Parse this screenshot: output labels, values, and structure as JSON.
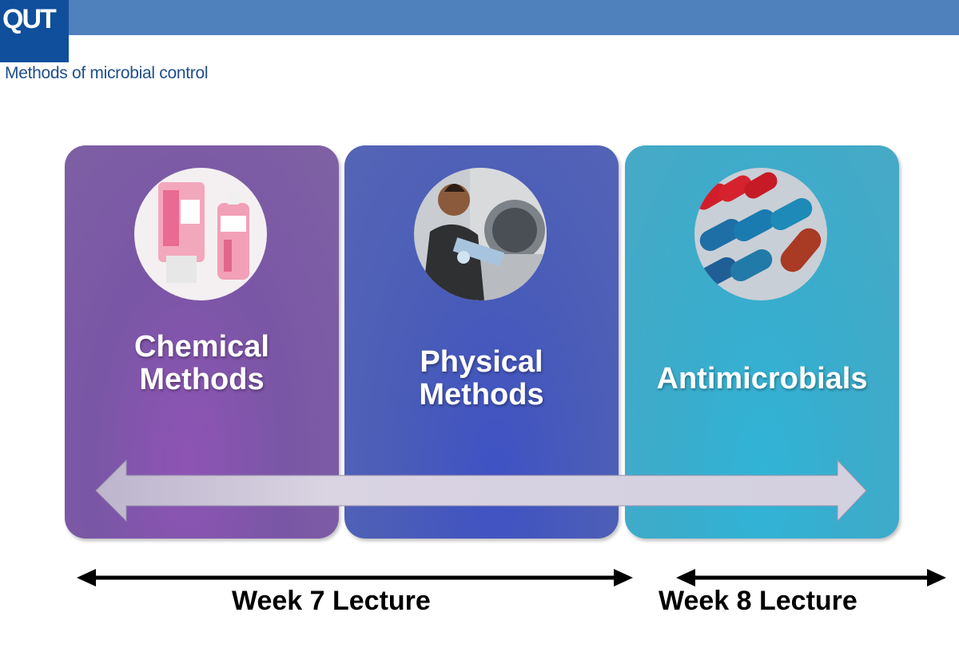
{
  "header": {
    "logo_text": "QUT",
    "subtitle": "Methods of microbial control",
    "colors": {
      "bar": "#4f81bd",
      "logo_bg": "#0f4f9c"
    }
  },
  "panels": [
    {
      "line1": "Chemical",
      "line2": "Methods",
      "color": "#7e5fa6",
      "image": "disinfectant-bottles-photo"
    },
    {
      "line1": "Physical",
      "line2": "Methods",
      "color": "#4f5fb8",
      "image": "autoclave-worker-photo"
    },
    {
      "line1": "Antimicrobials",
      "color": "#45abc8",
      "image": "capsule-blister-pack-photo"
    }
  ],
  "timeline": {
    "week7": "Week 7 Lecture",
    "week8": "Week 8 Lecture"
  }
}
